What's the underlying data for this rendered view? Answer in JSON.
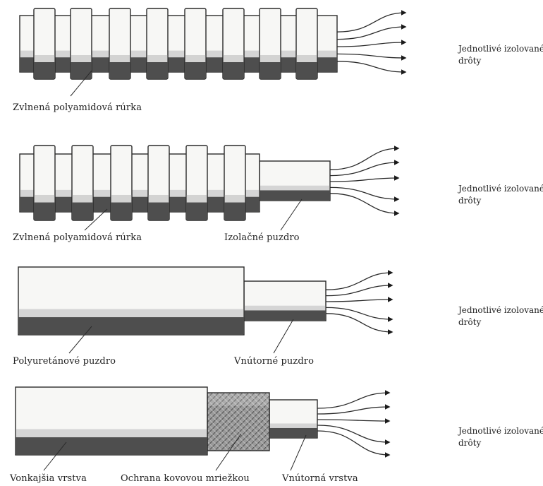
{
  "colors": {
    "ink": "#2a2a2a",
    "jacket_fill": "#f7f7f5",
    "shadow_band": "#4e4e4e",
    "light_band": "#c9c9c9",
    "braid": "#8a8a8a"
  },
  "diagrams": [
    {
      "type": "corrugated-tube",
      "parts": [
        "Zvlnená polyamidová rúrka"
      ],
      "side_label": "Jednotlivé izolované drôty"
    },
    {
      "type": "corrugated-tube-with-sheath",
      "parts": [
        "Zvlnená polyamidová rúrka",
        "Izolačné puzdro"
      ],
      "side_label": "Jednotlivé izolované drôty"
    },
    {
      "type": "polyurethane-sheath",
      "parts": [
        "Polyuretánové puzdro",
        "Vnútorné puzdro"
      ],
      "side_label": "Jednotlivé izolované drôty"
    },
    {
      "type": "braided-shield",
      "parts": [
        "Vonkajšia vrstva",
        "Ochrana kovovou mriežkou",
        "Vnútorná vrstva"
      ],
      "side_label": "Jednotlivé izolované drôty"
    }
  ]
}
